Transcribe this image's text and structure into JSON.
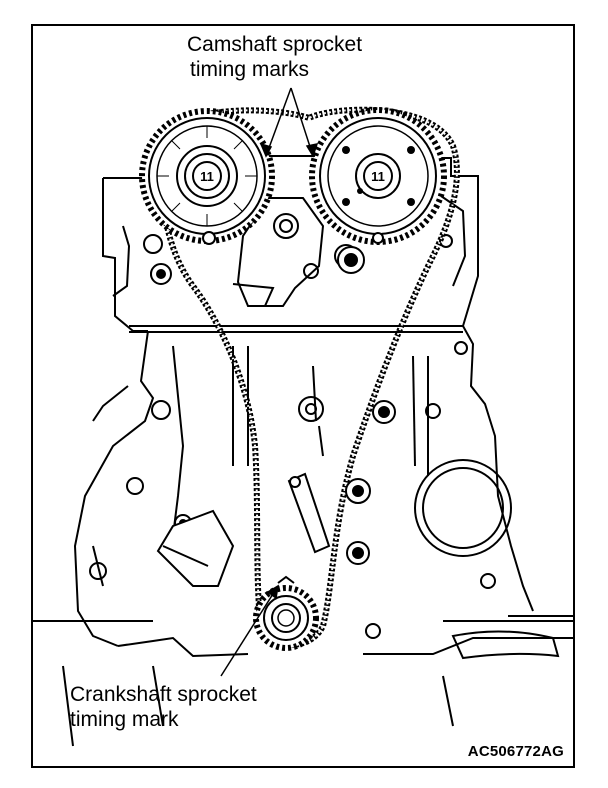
{
  "labels": {
    "camshaft_line1": "Camshaft sprocket",
    "camshaft_line2": "timing marks",
    "crankshaft_line1": "Crankshaft sprocket",
    "crankshaft_line2": "timing mark"
  },
  "sprocket_bolt_marks": {
    "left": "11",
    "right": "11"
  },
  "figure_code": "AC506772AG"
}
